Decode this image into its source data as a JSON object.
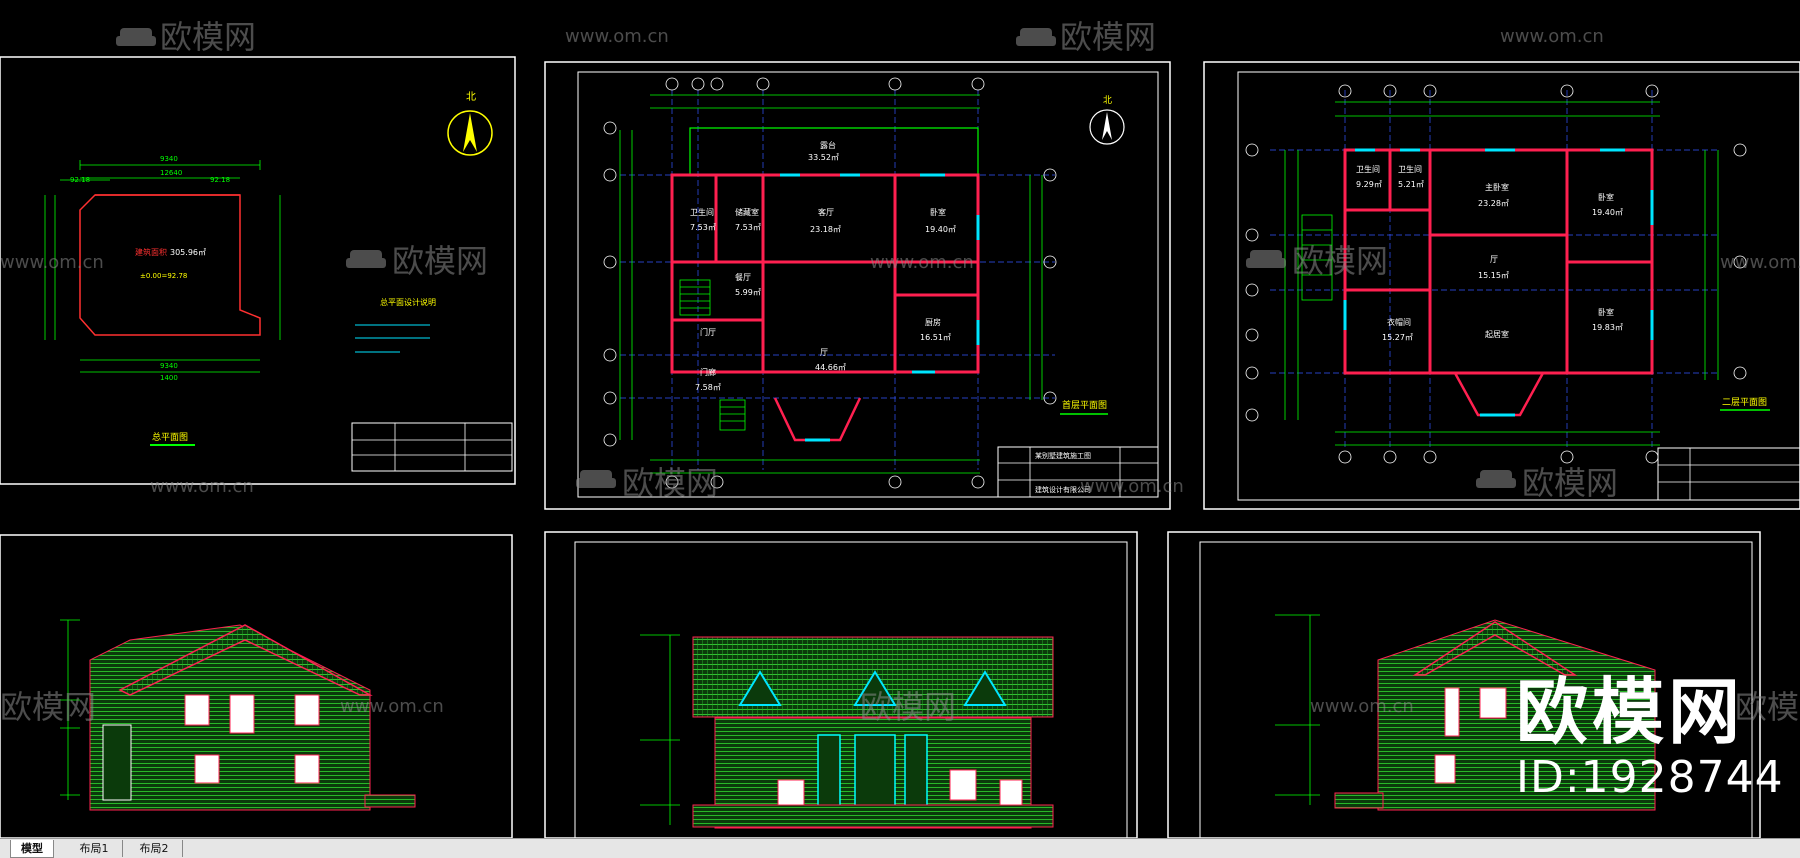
{
  "layout_tabs": [
    {
      "label": "模型",
      "active": true
    },
    {
      "label": "布局1",
      "active": false
    },
    {
      "label": "布局2",
      "active": false
    }
  ],
  "watermark": {
    "brand": "欧模网",
    "url": "www.om.cn",
    "id_text": "ID:1928744"
  },
  "drawings": {
    "site_plan": {
      "title": "总平面图",
      "area_label": "建筑面积",
      "area_value": "305.96㎡",
      "elevation": "±0.00=92.78",
      "notes_title": "总平面设计说明"
    },
    "first_floor": {
      "north": "北",
      "title": "首层平面图",
      "rooms": [
        "露台",
        "卫生间",
        "储藏室",
        "客厅",
        "卧室",
        "餐厅",
        "门厅",
        "厨房",
        "门廊",
        "厅"
      ],
      "areas": [
        "33.52㎡",
        "7.53㎡",
        "23.18㎡",
        "19.40㎡",
        "5.99㎡",
        "16.51㎡",
        "44.66㎡",
        "7.58㎡"
      ]
    },
    "second_floor": {
      "title": "二层平面图",
      "rooms": [
        "卫生间",
        "主卧室",
        "卧室",
        "厅",
        "衣帽间",
        "起居室"
      ],
      "areas": [
        "9.29㎡",
        "5.21㎡",
        "23.28㎡",
        "19.40㎡",
        "15.15㎡",
        "19.83㎡",
        "15.27㎡"
      ]
    },
    "title_block": {
      "project": "某别墅建筑施工图",
      "company": "建筑设计有限公司"
    }
  },
  "icons": {
    "north_arrow": "north-arrow-icon",
    "sofa_logo": "sofa-logo-icon"
  },
  "colors": {
    "background": "#000000",
    "frame": "#ffffff",
    "wall": "#ff0033",
    "dimension": "#00ff00",
    "axis": "#3355ff",
    "window": "#00e5ff",
    "annotation": "#ffff00",
    "elevation_fill": "#0d4a0d"
  }
}
